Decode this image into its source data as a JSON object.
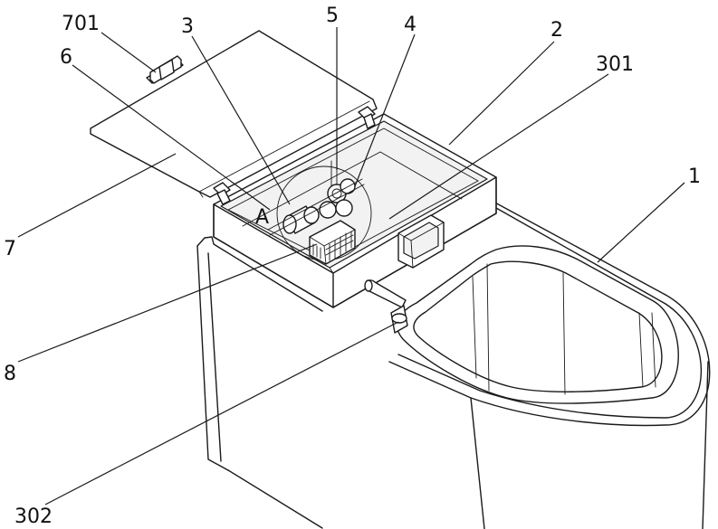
{
  "labels": {
    "l1": "1",
    "l2": "2",
    "l3": "3",
    "l4": "4",
    "l5": "5",
    "l6": "6",
    "l7": "7",
    "l8": "8",
    "l301": "301",
    "l302": "302",
    "l701": "701",
    "detail": "A"
  }
}
